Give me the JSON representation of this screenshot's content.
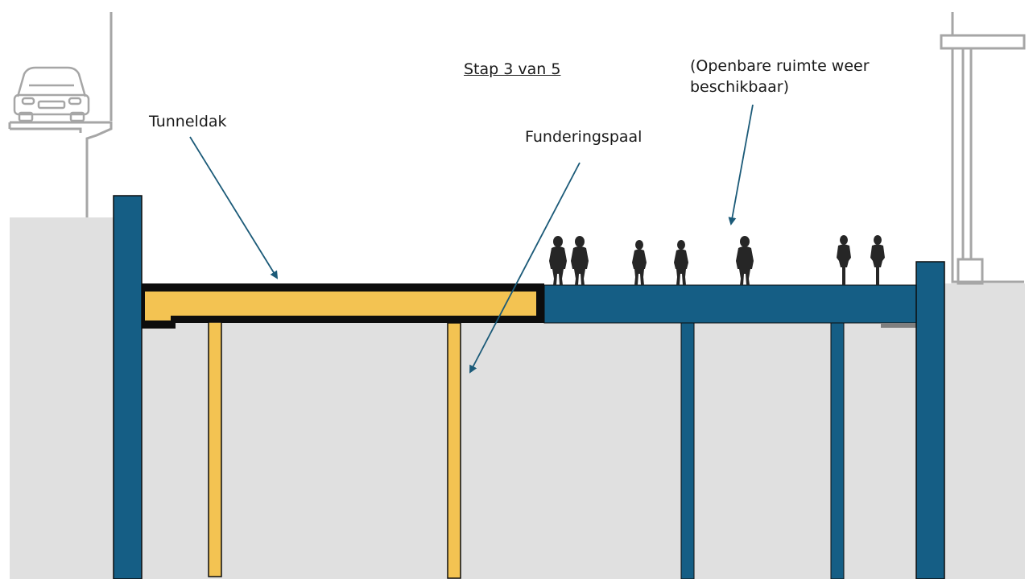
{
  "step": "Stap 3 van 5",
  "labels": {
    "tunnel_roof": "Tunneldak",
    "foundation_pile": "Funderingspaal",
    "public_space_line1": "(Openbare ruimte weer",
    "public_space_line2": "beschikbaar)"
  },
  "colors": {
    "ground": "#e0e0e0",
    "wall_blue": "#155e85",
    "concrete_yellow": "#f3c352",
    "outline_black": "#0d0d0d",
    "arrow": "#1b5a78",
    "building_line": "#a6a6a6",
    "person": "#262626"
  },
  "icons": [
    "car-icon",
    "pedestrian-icon",
    "cyclist-icon"
  ]
}
